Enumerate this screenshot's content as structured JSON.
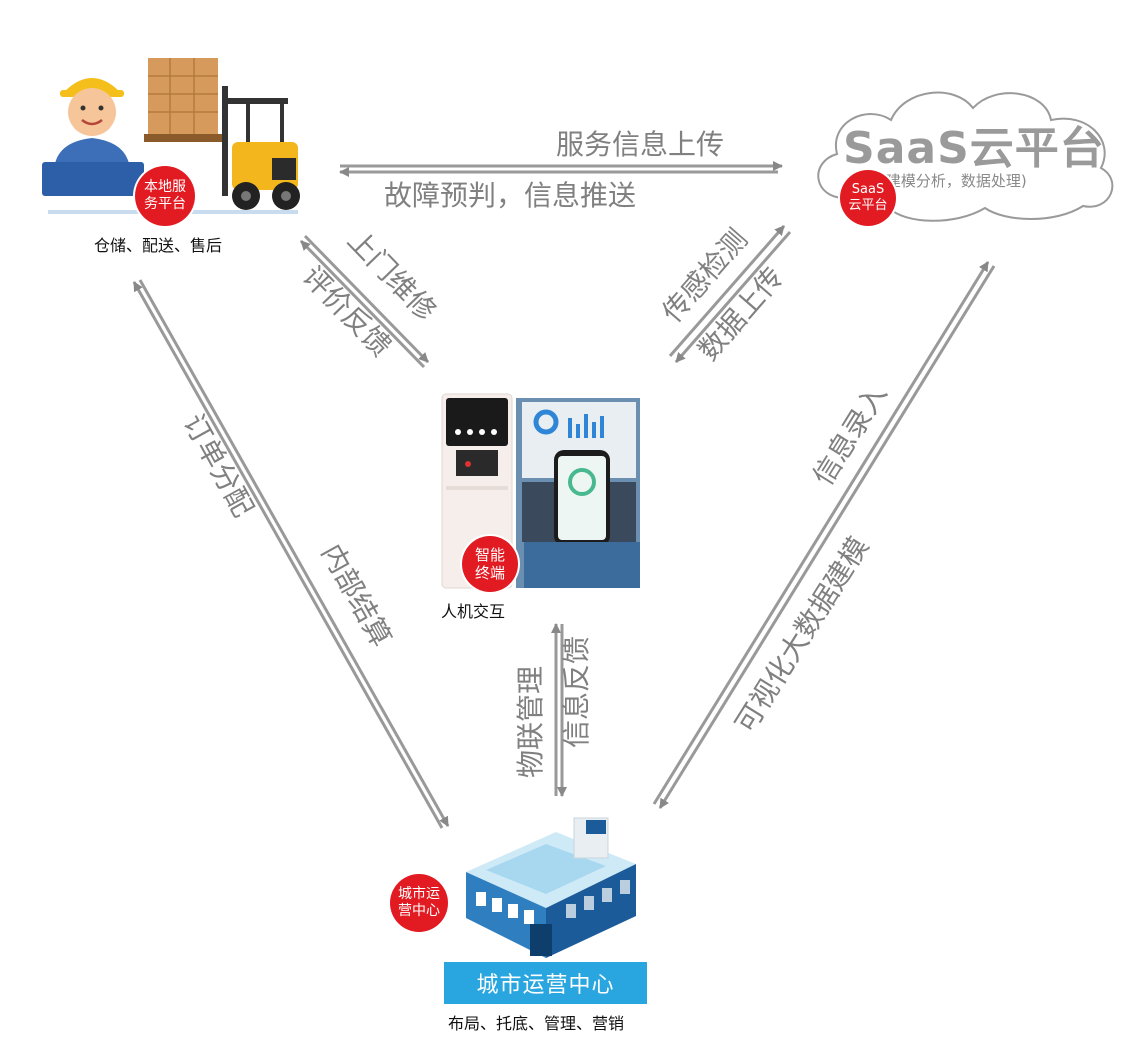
{
  "nodes": {
    "local": {
      "badge_line1": "本地服",
      "badge_line2": "务平台",
      "caption": "仓储、配送、售后"
    },
    "saas": {
      "title": "SaaS云平台",
      "subtitle": "(建模分析，数据处理)",
      "badge_line1": "SaaS",
      "badge_line2": "云平台"
    },
    "terminal": {
      "badge_line1": "智能",
      "badge_line2": "终端",
      "caption": "人机交互"
    },
    "city": {
      "badge_line1": "城市运",
      "badge_line2": "营中心",
      "banner": "城市运营中心",
      "caption": "布局、托底、管理、营销"
    }
  },
  "flows": {
    "service_upload": "服务信息上传",
    "fault_push": "故障预判，信息推送",
    "onsite_repair": "上门维修",
    "review_feedback": "评价反馈",
    "sensor_detect": "传感检测",
    "data_upload": "数据上传",
    "order_assign": "订单分配",
    "internal_settle": "内部结算",
    "iot_manage": "物联管理",
    "info_feedback": "信息反馈",
    "info_entry": "信息录入",
    "bigdata_model": "可视化大数据建模"
  },
  "colors": {
    "badge": "#e21b23",
    "arrow": "#888888",
    "label": "#808080",
    "city_banner": "#29a6df"
  }
}
